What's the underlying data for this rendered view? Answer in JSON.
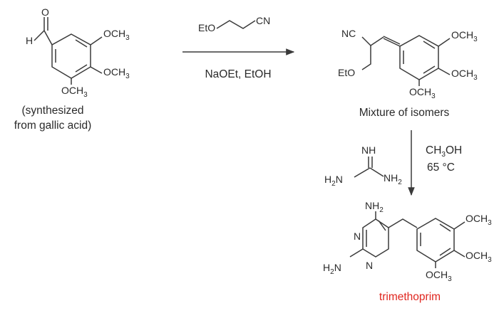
{
  "reactions": {
    "step1_reagent_top_prefix": "EtO",
    "step1_reagent_top_suffix": "CN",
    "step1_reagent_bottom": "NaOEt, EtOH",
    "step2_solvent_main": "CH",
    "step2_solvent_sub": "3",
    "step2_solvent_tail": "OH",
    "step2_temperature": "65 °C"
  },
  "labels": {
    "start_caption_line1": "(synthesized",
    "start_caption_line2": "from gallic acid)",
    "intermediate_caption": "Mixture of isomers",
    "product_name": "trimethoprim"
  },
  "atoms": {
    "h": "H",
    "o": "O",
    "och3_main": "OCH",
    "och3_sub": "3",
    "nc": "NC",
    "eto": "EtO",
    "nh": "NH",
    "nh2_main": "NH",
    "nh2_sub": "2",
    "h2n_h": "H",
    "h2n_sub": "2",
    "h2n_n": "N",
    "n": "N"
  },
  "colors": {
    "ink": "#2a2a2a",
    "bond": "#3a3a3a",
    "product_label": "#e0261f"
  }
}
